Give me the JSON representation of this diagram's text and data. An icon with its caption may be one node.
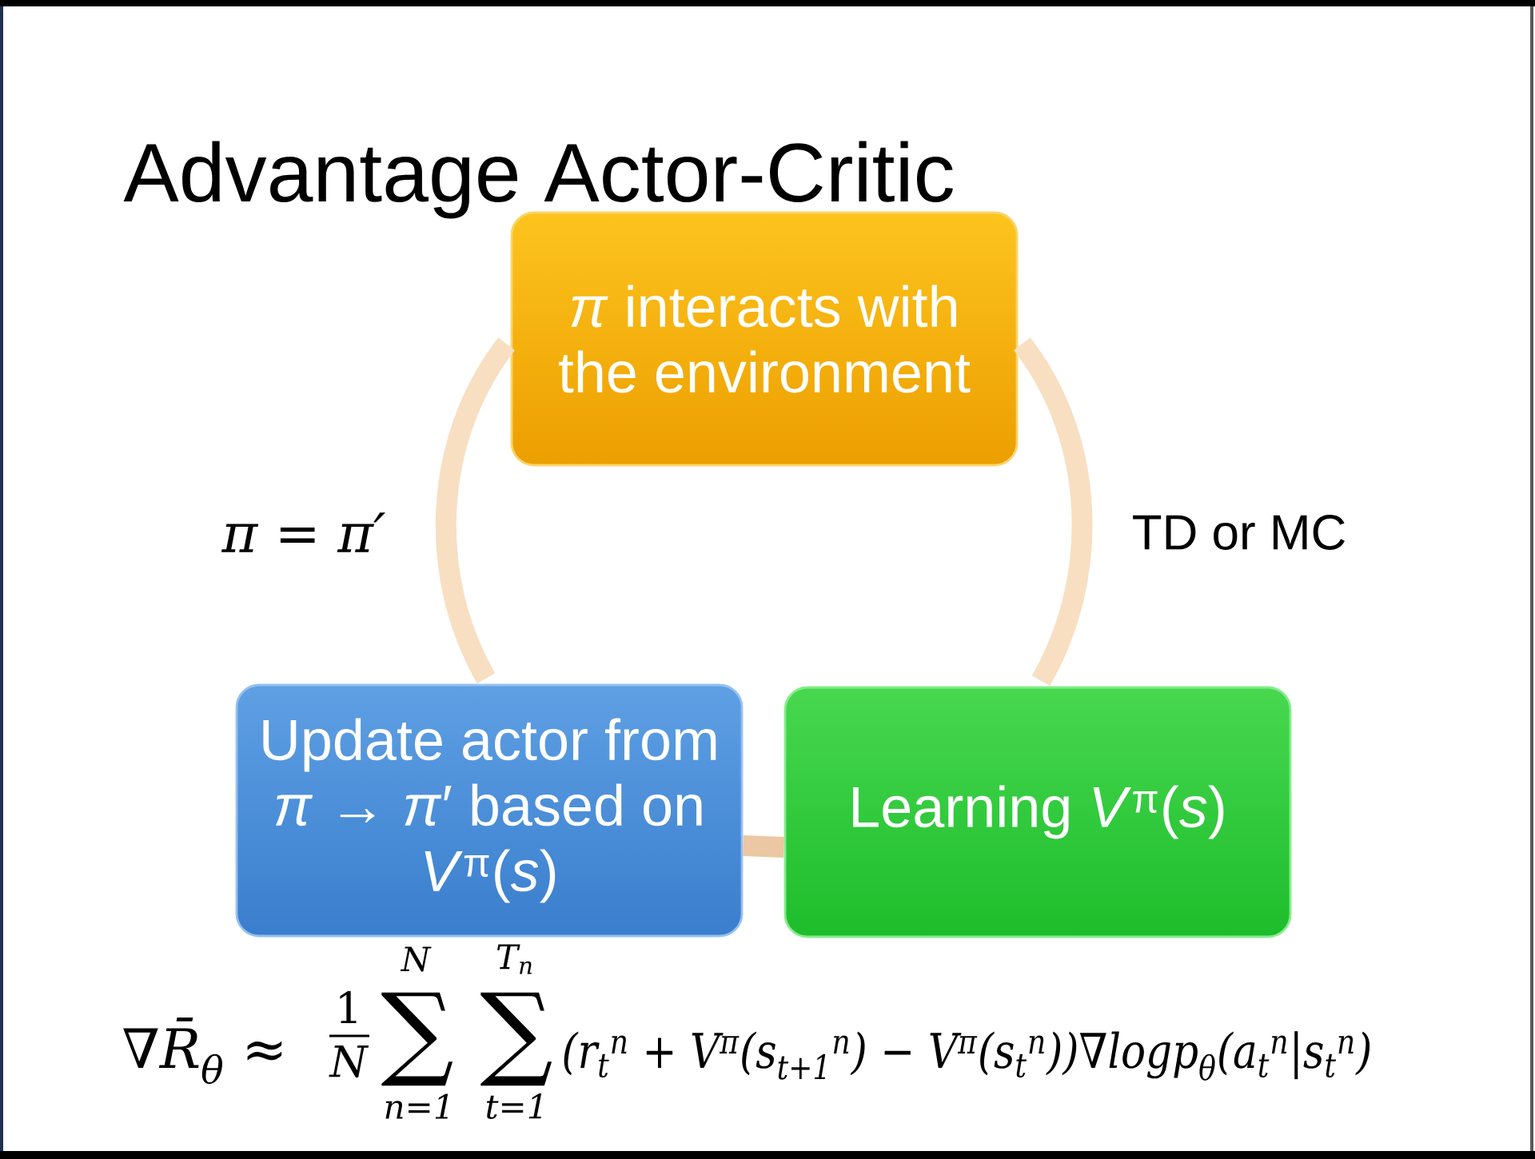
{
  "diagram": {
    "title": "Advantage Actor-Critic",
    "nodes": [
      {
        "text": [
          "*π* interacts with the environment"
        ]
      },
      {
        "text": [
          "Update actor from *π* → *π*′ based on *V*$^{π}$(*s*)"
        ]
      },
      {
        "text": [
          "Learning *V*$^{π}$(*s*)"
        ]
      }
    ],
    "edges": [
      {
        "from": 0,
        "to": 2,
        "arrow": "none"
      },
      {
        "from": 2,
        "to": 1,
        "arrow": "none",
        "color": "#ebc7a3"
      },
      {
        "from": 1,
        "to": 0,
        "arrow": "none"
      }
    ],
    "labels": [
      "π = π′",
      "TD or MC",
      "∇R̄$_{θ}$ ≈",
      "1",
      "N",
      "N",
      "∑",
      "n=1",
      "T$_{n}$",
      "∑",
      "t=1",
      "(r$_{t}$$^{n}$ + V$^{π}$(s$_{t+1}$$^{n}$) − V$^{π}$(s$_{t}$$^{n}$))∇logp$_{θ}$(a$_{t}$$^{n}$|s$_{t}$$^{n}$)"
    ]
  }
}
